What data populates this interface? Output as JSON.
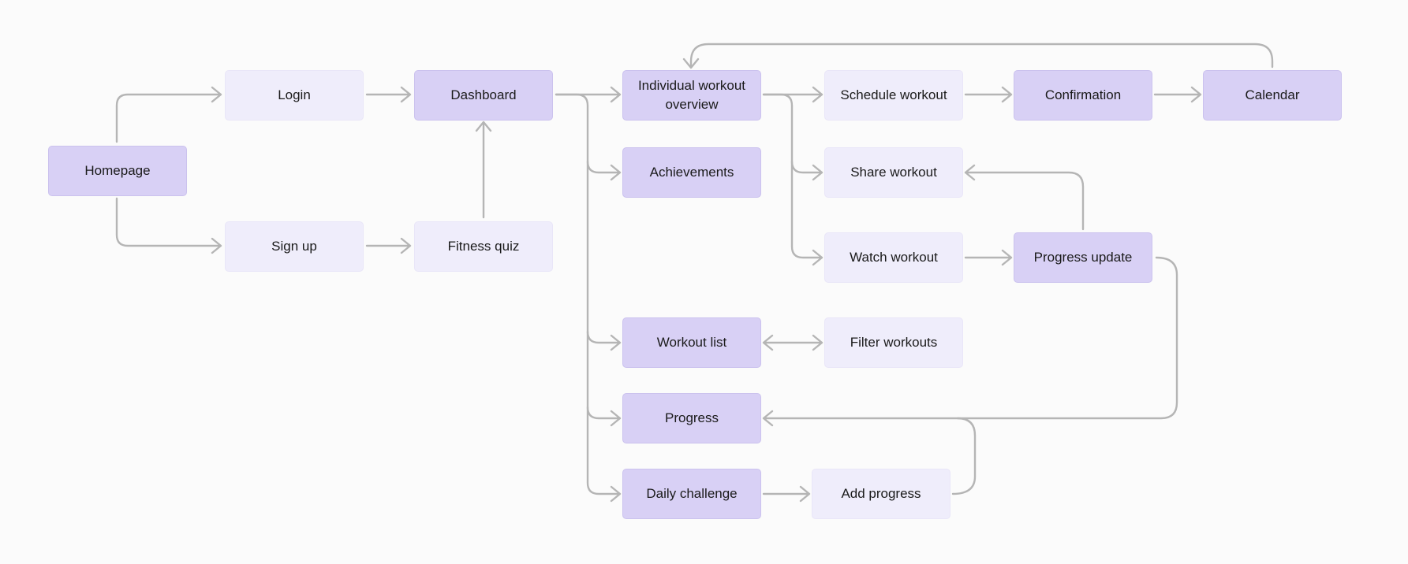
{
  "diagram": {
    "nodes": {
      "homepage": "Homepage",
      "login": "Login",
      "signup": "Sign up",
      "dashboard": "Dashboard",
      "fitness_quiz": "Fitness quiz",
      "workout_overview": "Individual workout overview",
      "achievements": "Achievements",
      "workout_list": "Workout list",
      "progress": "Progress",
      "daily_challenge": "Daily challenge",
      "schedule_workout": "Schedule workout",
      "share_workout": "Share workout",
      "watch_workout": "Watch workout",
      "filter_workouts": "Filter workouts",
      "add_progress": "Add progress",
      "confirmation": "Confirmation",
      "calendar": "Calendar",
      "progress_update": "Progress update"
    },
    "colors": {
      "primary_node": "#d8d0f5",
      "secondary_node": "#efedfb",
      "connector": "#b5b5b5",
      "background": "#fbfbfb"
    },
    "edges": [
      [
        "homepage",
        "login"
      ],
      [
        "homepage",
        "signup"
      ],
      [
        "login",
        "dashboard"
      ],
      [
        "signup",
        "fitness_quiz"
      ],
      [
        "fitness_quiz",
        "dashboard"
      ],
      [
        "dashboard",
        "workout_overview"
      ],
      [
        "dashboard",
        "achievements"
      ],
      [
        "dashboard",
        "workout_list"
      ],
      [
        "dashboard",
        "progress"
      ],
      [
        "dashboard",
        "daily_challenge"
      ],
      [
        "workout_overview",
        "schedule_workout"
      ],
      [
        "workout_overview",
        "share_workout"
      ],
      [
        "workout_overview",
        "watch_workout"
      ],
      [
        "schedule_workout",
        "confirmation"
      ],
      [
        "confirmation",
        "calendar"
      ],
      [
        "calendar",
        "workout_overview"
      ],
      [
        "watch_workout",
        "progress_update"
      ],
      [
        "progress_update",
        "share_workout"
      ],
      [
        "progress_update",
        "progress"
      ],
      [
        "workout_list",
        "filter_workouts",
        "bidirectional"
      ],
      [
        "daily_challenge",
        "add_progress"
      ],
      [
        "add_progress",
        "progress"
      ]
    ]
  }
}
